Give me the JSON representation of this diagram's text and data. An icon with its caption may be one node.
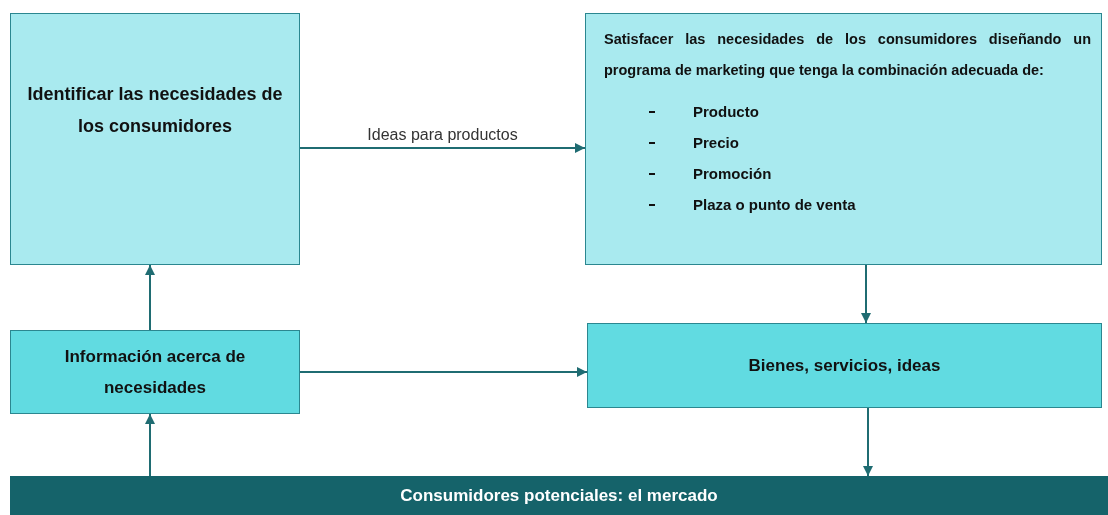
{
  "diagram": {
    "nodes": [
      {
        "text": [
          "Identificar las necesidades de los consumidores"
        ]
      },
      {
        "text": [
          "Satisfacer las necesidades de los consumidores diseñando un programa de marketing que tenga la combinación adecuada de:",
          "Producto",
          "Precio",
          "Promoción",
          "Plaza o punto de venta"
        ]
      },
      {
        "text": [
          "Información acerca de necesidades"
        ]
      },
      {
        "text": [
          "Bienes, servicios, ideas"
        ]
      },
      {
        "text": [
          "Consumidores potenciales: el mercado"
        ]
      }
    ],
    "edges": [
      {
        "from": 0,
        "to": 1,
        "arrow": "to",
        "label": "Ideas para productos"
      },
      {
        "from": 2,
        "to": 0,
        "arrow": "to"
      },
      {
        "from": 2,
        "to": 3,
        "arrow": "to"
      },
      {
        "from": 1,
        "to": 3,
        "arrow": "to"
      },
      {
        "from": 3,
        "to": 4,
        "arrow": "to"
      },
      {
        "from": 4,
        "to": 2,
        "arrow": "to"
      }
    ]
  }
}
